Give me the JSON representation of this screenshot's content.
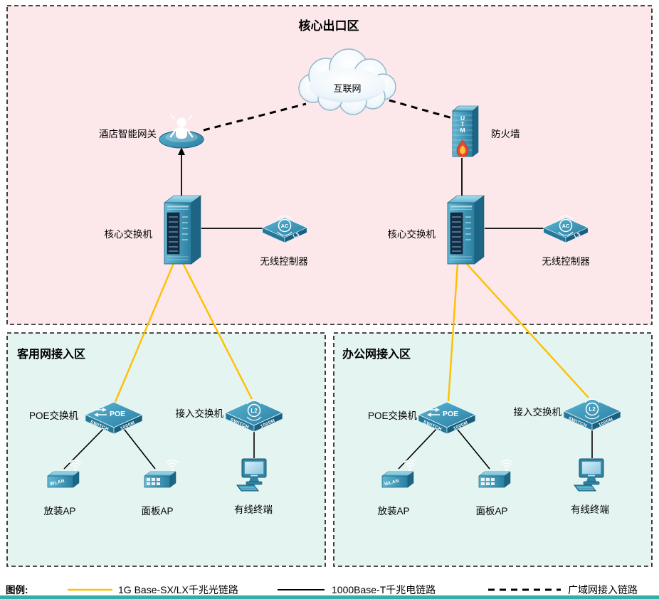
{
  "page": {
    "background": "#ffffff"
  },
  "colors": {
    "core_zone_bg": "#fce8ea",
    "access_zone_bg": "#e3f4f1",
    "zone_border": "#111111",
    "device_teal": "#2f86a6",
    "fiber_link": "#FFC000",
    "copper_link": "#000000",
    "wan_link": "#000000",
    "bottom_bar": "#2fb0a8"
  },
  "core_zone": {
    "title": "核心出口区",
    "internet": {
      "label": "互联网"
    },
    "gateway": {
      "label": "酒店智能网关"
    },
    "firewall": {
      "label": "防火墙",
      "badge": "UTM"
    },
    "core_switch_left": {
      "label": "核心交换机"
    },
    "core_switch_right": {
      "label": "核心交换机"
    },
    "wlc_left": {
      "label": "无线控制器",
      "badge_ac": "AC",
      "badge_l3": "L3"
    },
    "wlc_right": {
      "label": "无线控制器",
      "badge_ac": "AC",
      "badge_l3": "L3"
    }
  },
  "guest_zone": {
    "title": "客用网接入区",
    "poe_switch": {
      "label": "POE交换机",
      "badge_top": "POE",
      "badge_left": "SWITCH",
      "badge_right": "1000M"
    },
    "access_switch": {
      "label": "接入交换机",
      "badge_top": "L2",
      "badge_left": "SWITCH",
      "badge_right": "1000M"
    },
    "ceiling_ap": {
      "label": "放装AP",
      "badge": "WLAN"
    },
    "panel_ap": {
      "label": "面板AP"
    },
    "wired_terminal": {
      "label": "有线终端"
    }
  },
  "office_zone": {
    "title": "办公网接入区",
    "poe_switch": {
      "label": "POE交换机",
      "badge_top": "POE",
      "badge_left": "SWITCH",
      "badge_right": "1000M"
    },
    "access_switch": {
      "label": "接入交换机",
      "badge_top": "L2",
      "badge_left": "SWITCH",
      "badge_right": "1000M"
    },
    "ceiling_ap": {
      "label": "放装AP",
      "badge": "WLAN"
    },
    "panel_ap": {
      "label": "面板AP"
    },
    "wired_terminal": {
      "label": "有线终端"
    }
  },
  "legend": {
    "title": "图例:",
    "items": [
      {
        "label": "1G Base-SX/LX千兆光链路",
        "style": "solid",
        "color": "#FFC000"
      },
      {
        "label": "1000Base-T千兆电链路",
        "style": "solid",
        "color": "#000000"
      },
      {
        "label": "广域网接入链路",
        "style": "dashed",
        "color": "#000000"
      }
    ]
  },
  "icons": {
    "internet": "cloud-icon",
    "gateway": "person-gateway-icon",
    "firewall": "utm-firewall-flame-icon",
    "core_switch": "tower-switch-icon",
    "wireless_controller": "ac-controller-icon",
    "poe_switch": "poe-switch-icon",
    "access_switch": "l2-switch-icon",
    "ceiling_ap": "wifi-ap-icon",
    "panel_ap": "panel-ap-icon",
    "wired_terminal": "desktop-pc-icon"
  }
}
